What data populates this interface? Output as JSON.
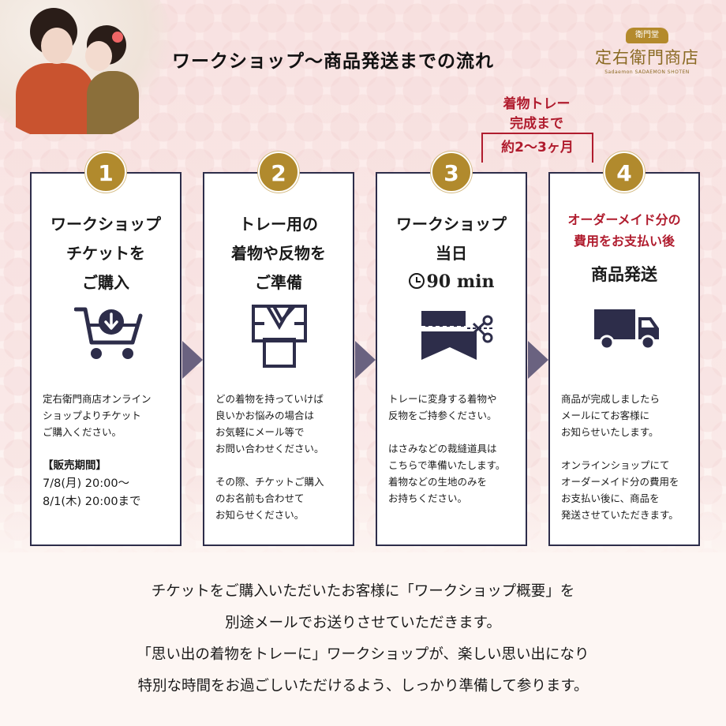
{
  "header": {
    "title": "ワークショップ〜商品発送までの流れ",
    "logo": {
      "crest": "衛門堂",
      "name": "定右衛門商店",
      "sub": "Sadaemon SADAEMON SHOTEN"
    }
  },
  "note": {
    "line1": "着物トレー",
    "line2": "完成まで",
    "line3": "約2〜3ヶ月"
  },
  "steps": [
    {
      "number": "1",
      "title": [
        "ワークショップ",
        "チケットを",
        "ご購入"
      ],
      "icon": "shopping-cart-icon",
      "body1": "定右衛門商店オンライン\nショップよりチケット\nご購入ください。",
      "sales_label": "【販売期間】",
      "sales_start": "7/8(月) 20:00〜",
      "sales_end": "8/1(木) 20:00まで"
    },
    {
      "number": "2",
      "title": [
        "トレー用の",
        "着物や反物を",
        "ご準備"
      ],
      "icon": "kimono-icon",
      "body1": "どの着物を持っていけば\n良いかお悩みの場合は\nお気軽にメール等で\nお問い合わせください。",
      "body2": "その際、チケットご購入\nのお名前も合わせて\nお知らせください。"
    },
    {
      "number": "3",
      "title": [
        "ワークショップ",
        "当日"
      ],
      "time": "90 min",
      "icon": "fabric-scissors-icon",
      "body1": "トレーに変身する着物や\n反物をご持参ください。",
      "body2": "はさみなどの裁縫道具は\nこちらで準備いたします。\n着物などの生地のみを\nお持ちください。"
    },
    {
      "number": "4",
      "title_red": [
        "オーダーメイド分の",
        "費用をお支払い後"
      ],
      "title": [
        "商品発送"
      ],
      "icon": "delivery-truck-icon",
      "body1": "商品が完成しましたら\nメールにてお客様に\nお知らせいたします。",
      "body2": "オンラインショップにて\nオーダーメイド分の費用を\nお支払い後に、商品を\n発送させていただきます。"
    }
  ],
  "footer": {
    "lines": [
      "チケットをご購入いただいたお客様に「ワークショップ概要」を",
      "別途メールでお送りさせていただきます。",
      "「思い出の着物をトレーに」ワークショップが、楽しい思い出になり",
      "特別な時間をお過ごしいただけるよう、しっかり準備して参ります。"
    ]
  },
  "colors": {
    "gold": "#b18a2d",
    "navy": "#2d2d4a",
    "red": "#b01c2e",
    "arrow": "#6a6280"
  }
}
